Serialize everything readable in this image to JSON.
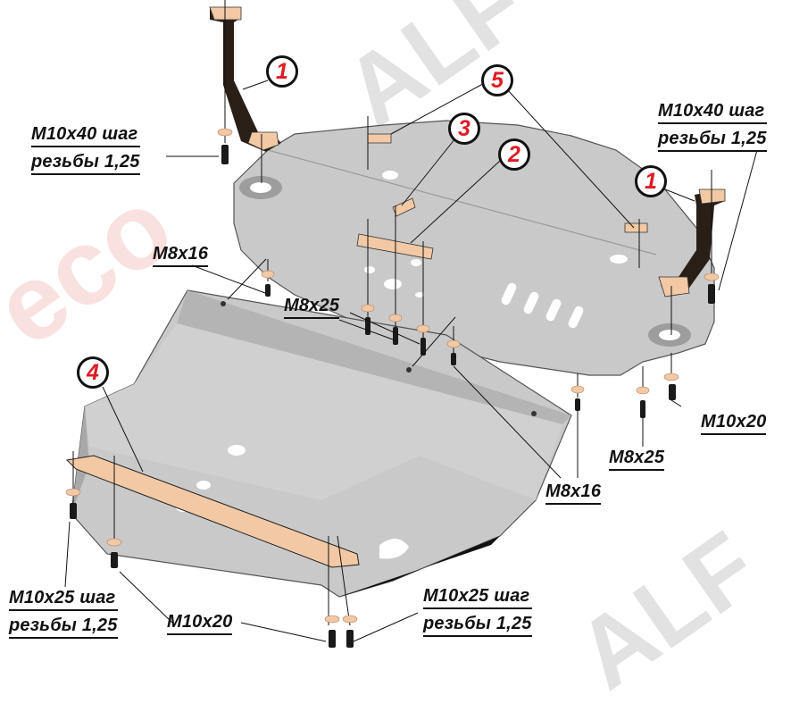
{
  "diagram": {
    "type": "exploded-assembly",
    "subject": "Skid plate / engine guard mounting kit",
    "colors": {
      "background": "#ffffff",
      "plate": "#c9c9c9",
      "plate_dark": "#a8a8a8",
      "bracket": "#f2c9a4",
      "strap": "#2a1f17",
      "callout_number": "#e01b24",
      "line": "#111111",
      "watermark_gray": "#bebebe",
      "watermark_red": "#ebaaa0"
    },
    "callouts": [
      {
        "id": "1a",
        "number": "1",
        "part": "vertical strap bracket (left)"
      },
      {
        "id": "1b",
        "number": "1",
        "part": "vertical strap bracket (right)"
      },
      {
        "id": "2",
        "number": "2",
        "part": "flat reinforcement plate"
      },
      {
        "id": "3",
        "number": "3",
        "part": "small bracket plate"
      },
      {
        "id": "4",
        "number": "4",
        "part": "long reinforcement strip"
      },
      {
        "id": "5",
        "number": "5",
        "part": "small bracket tabs"
      }
    ],
    "fastener_labels": [
      {
        "id": "m10x40-left",
        "line1": "M10x40 шаг",
        "line2": "резьбы 1,25"
      },
      {
        "id": "m10x40-right",
        "line1": "M10x40 шаг",
        "line2": "резьбы 1,25"
      },
      {
        "id": "m8x16-top",
        "line1": "M8x16"
      },
      {
        "id": "m8x25-mid",
        "line1": "M8x25"
      },
      {
        "id": "m10x20-right",
        "line1": "M10x20"
      },
      {
        "id": "m8x25-right",
        "line1": "M8x25"
      },
      {
        "id": "m8x16-bottom",
        "line1": "M8x16"
      },
      {
        "id": "m10x25-left",
        "line1": "M10x25 шаг",
        "line2": "резьбы 1,25"
      },
      {
        "id": "m10x20-bottom",
        "line1": "M10x20"
      },
      {
        "id": "m10x25-right",
        "line1": "M10x25 шаг",
        "line2": "резьбы 1,25"
      }
    ],
    "watermark": {
      "text_gray": "ALF",
      "text_red": "eco"
    }
  }
}
